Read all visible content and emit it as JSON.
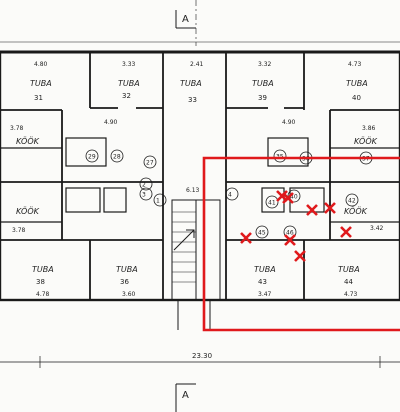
{
  "markers": {
    "section": "A"
  },
  "dimensions": {
    "overall": "23.30",
    "stair": "6.13",
    "hall_left": "4.90",
    "hall_right": "4.90"
  },
  "rooms": [
    {
      "name": "TUBA",
      "number": "31",
      "dim": "4.80"
    },
    {
      "name": "TUBA",
      "number": "32",
      "dim": "3.33"
    },
    {
      "name": "TUBA",
      "number": "33",
      "dim": "2.41"
    },
    {
      "name": "TUBA",
      "number": "39",
      "dim": "3.32"
    },
    {
      "name": "TUBA",
      "number": "40",
      "dim": "4.73"
    },
    {
      "name": "KÖÖK",
      "dim": "3.78"
    },
    {
      "name": "KÖÖK",
      "dim": "3.86"
    },
    {
      "name": "KÖÖK",
      "dim": "3.78"
    },
    {
      "name": "KÖÖK",
      "dim": "3.42"
    },
    {
      "name": "TUBA",
      "number": "38",
      "dim": "4.78"
    },
    {
      "name": "TUBA",
      "number": "36",
      "dim": "3.60"
    },
    {
      "name": "TUBA",
      "number": "43",
      "dim": "3.47"
    },
    {
      "name": "TUBA",
      "number": "44",
      "dim": "4.73"
    }
  ],
  "circles": [
    "29",
    "28",
    "27",
    "3",
    "2",
    "1",
    "4",
    "35",
    "36",
    "37",
    "42",
    "41",
    "40",
    "45",
    "46"
  ],
  "red_marks": 8,
  "colors": {
    "line": "#1a1a1a",
    "highlight": "#e0191c"
  }
}
